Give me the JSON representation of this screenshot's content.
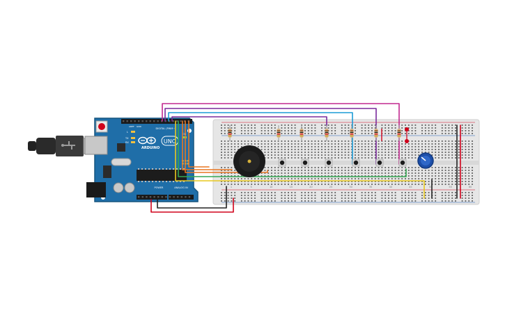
{
  "arduino": {
    "brand": "ARDUINO",
    "model": "UNO",
    "header_digital": "DIGITAL (PWM~)",
    "header_power": "POWER",
    "header_analog": "ANALOG IN",
    "led_tx": "TX",
    "led_rx": "RX",
    "led_l": "L",
    "led_on": "ON",
    "aref": "AREF",
    "gnd": "GND"
  },
  "breadboard": {
    "column_numbers": [
      "1",
      "5",
      "10",
      "15",
      "20",
      "25",
      "30",
      "35",
      "40",
      "45",
      "50",
      "55",
      "60"
    ]
  },
  "colors": {
    "board_blue": "#1f6ea8",
    "breadboard": "#e6e6e6",
    "wire_red": "#d0021b",
    "wire_black": "#222222",
    "wire_magenta": "#c2288f",
    "wire_purple": "#7a2a9c",
    "wire_cyan": "#1c9bd6",
    "wire_orange": "#e87722",
    "wire_green": "#34a853",
    "wire_yellow": "#e8c81e"
  }
}
